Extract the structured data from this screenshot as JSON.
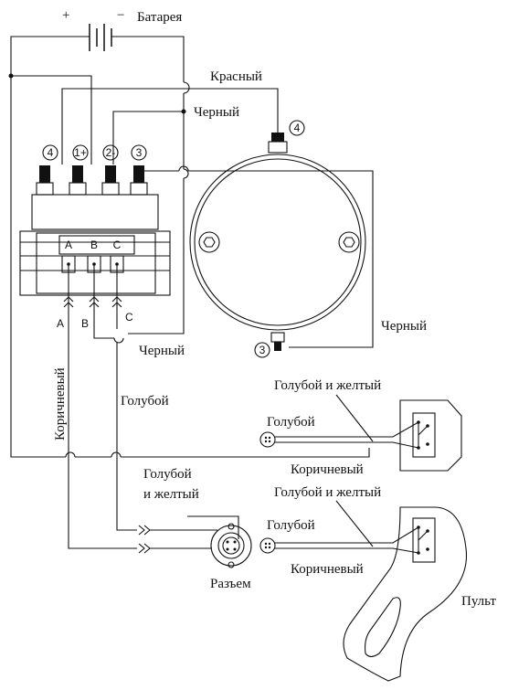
{
  "battery": {
    "plus": "+",
    "minus": "−",
    "label": "Батарея"
  },
  "wires": {
    "red": "Красный",
    "black_top": "Черный",
    "black_right": "Черный",
    "black_bottom": "Черный",
    "brown_vertical": "Коричневый",
    "blue_vertical": "Голубой",
    "blue_yellow_connector": [
      "Голубой",
      "и желтый"
    ]
  },
  "solenoid": {
    "terminals": [
      "4",
      "1+",
      "2-",
      "3"
    ],
    "ports": [
      "A",
      "B",
      "C"
    ],
    "wire_marks": [
      "A",
      "B",
      "C"
    ]
  },
  "motor": {
    "terminal_top": "4",
    "terminal_bottom": "3"
  },
  "switch_box": {
    "blue_yellow": "Голубой и желтый",
    "blue": "Голубой",
    "brown": "Коричневый"
  },
  "remote": {
    "blue_yellow": "Голубой и желтый",
    "blue": "Голубой",
    "brown": "Коричневый",
    "label": "Пульт"
  },
  "connector": {
    "label": "Разъем"
  }
}
